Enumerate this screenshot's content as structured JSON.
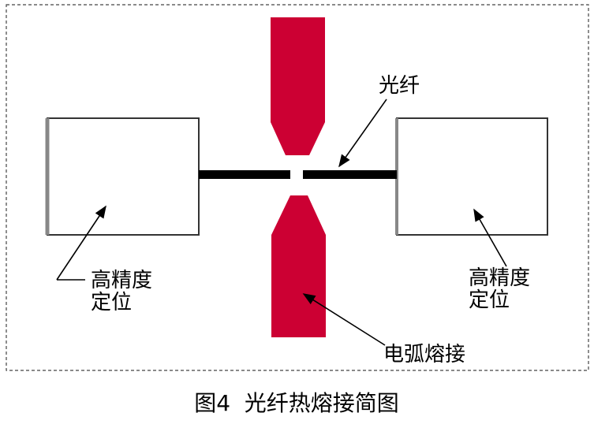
{
  "labels": {
    "fiber": "光纤",
    "left_positioner_line1": "高精度",
    "left_positioner_line2": "定位",
    "right_positioner_line1": "高精度",
    "right_positioner_line2": "定位",
    "arc_fusion": "电弧熔接"
  },
  "caption": "图4  光纤热熔接简图",
  "colors": {
    "electrode": "#cc0033",
    "fiber": "#000000",
    "frame": "#444444",
    "block_border": "#333333"
  }
}
